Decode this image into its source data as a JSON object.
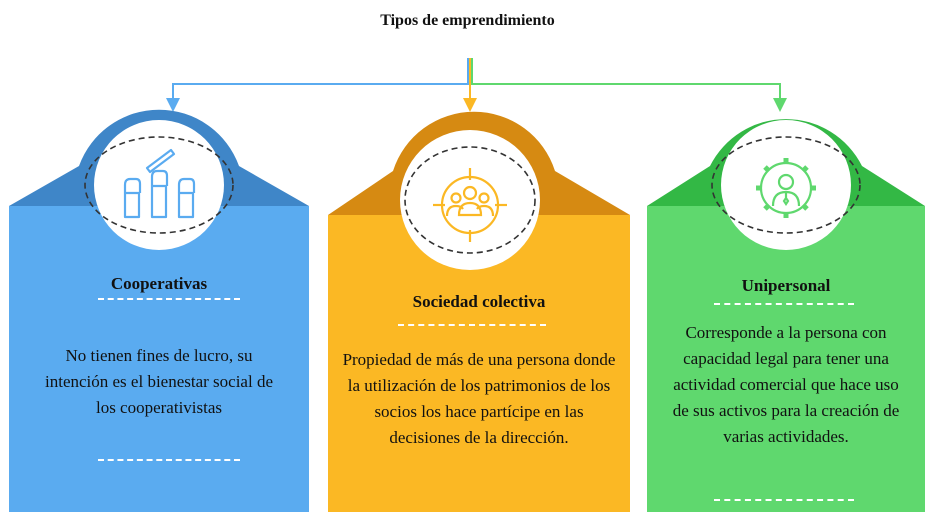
{
  "title": "Tipos de emprendimiento",
  "colors": {
    "blue": "#5aabf0",
    "blue_dark": "#3f86c8",
    "yellow": "#fbb824",
    "yellow_dark": "#d68a12",
    "green": "#5fd86e",
    "green_dark": "#33b845"
  },
  "cards": [
    {
      "title": "Cooperativas",
      "icon": "raised-fists-icon",
      "description": "No tienen fines de lucro, su intención es el bienestar social de los cooperativistas"
    },
    {
      "title": "Sociedad colectiva",
      "icon": "group-target-icon",
      "description": "Propiedad de más de una persona donde la utilización de los patrimonios de los socios los hace partícipe en las decisiones de la dirección."
    },
    {
      "title": "Unipersonal",
      "icon": "person-gear-icon",
      "description": "Corresponde a la persona con capacidad legal para tener una actividad comercial que hace uso de sus activos para la creación de varias actividades."
    }
  ]
}
